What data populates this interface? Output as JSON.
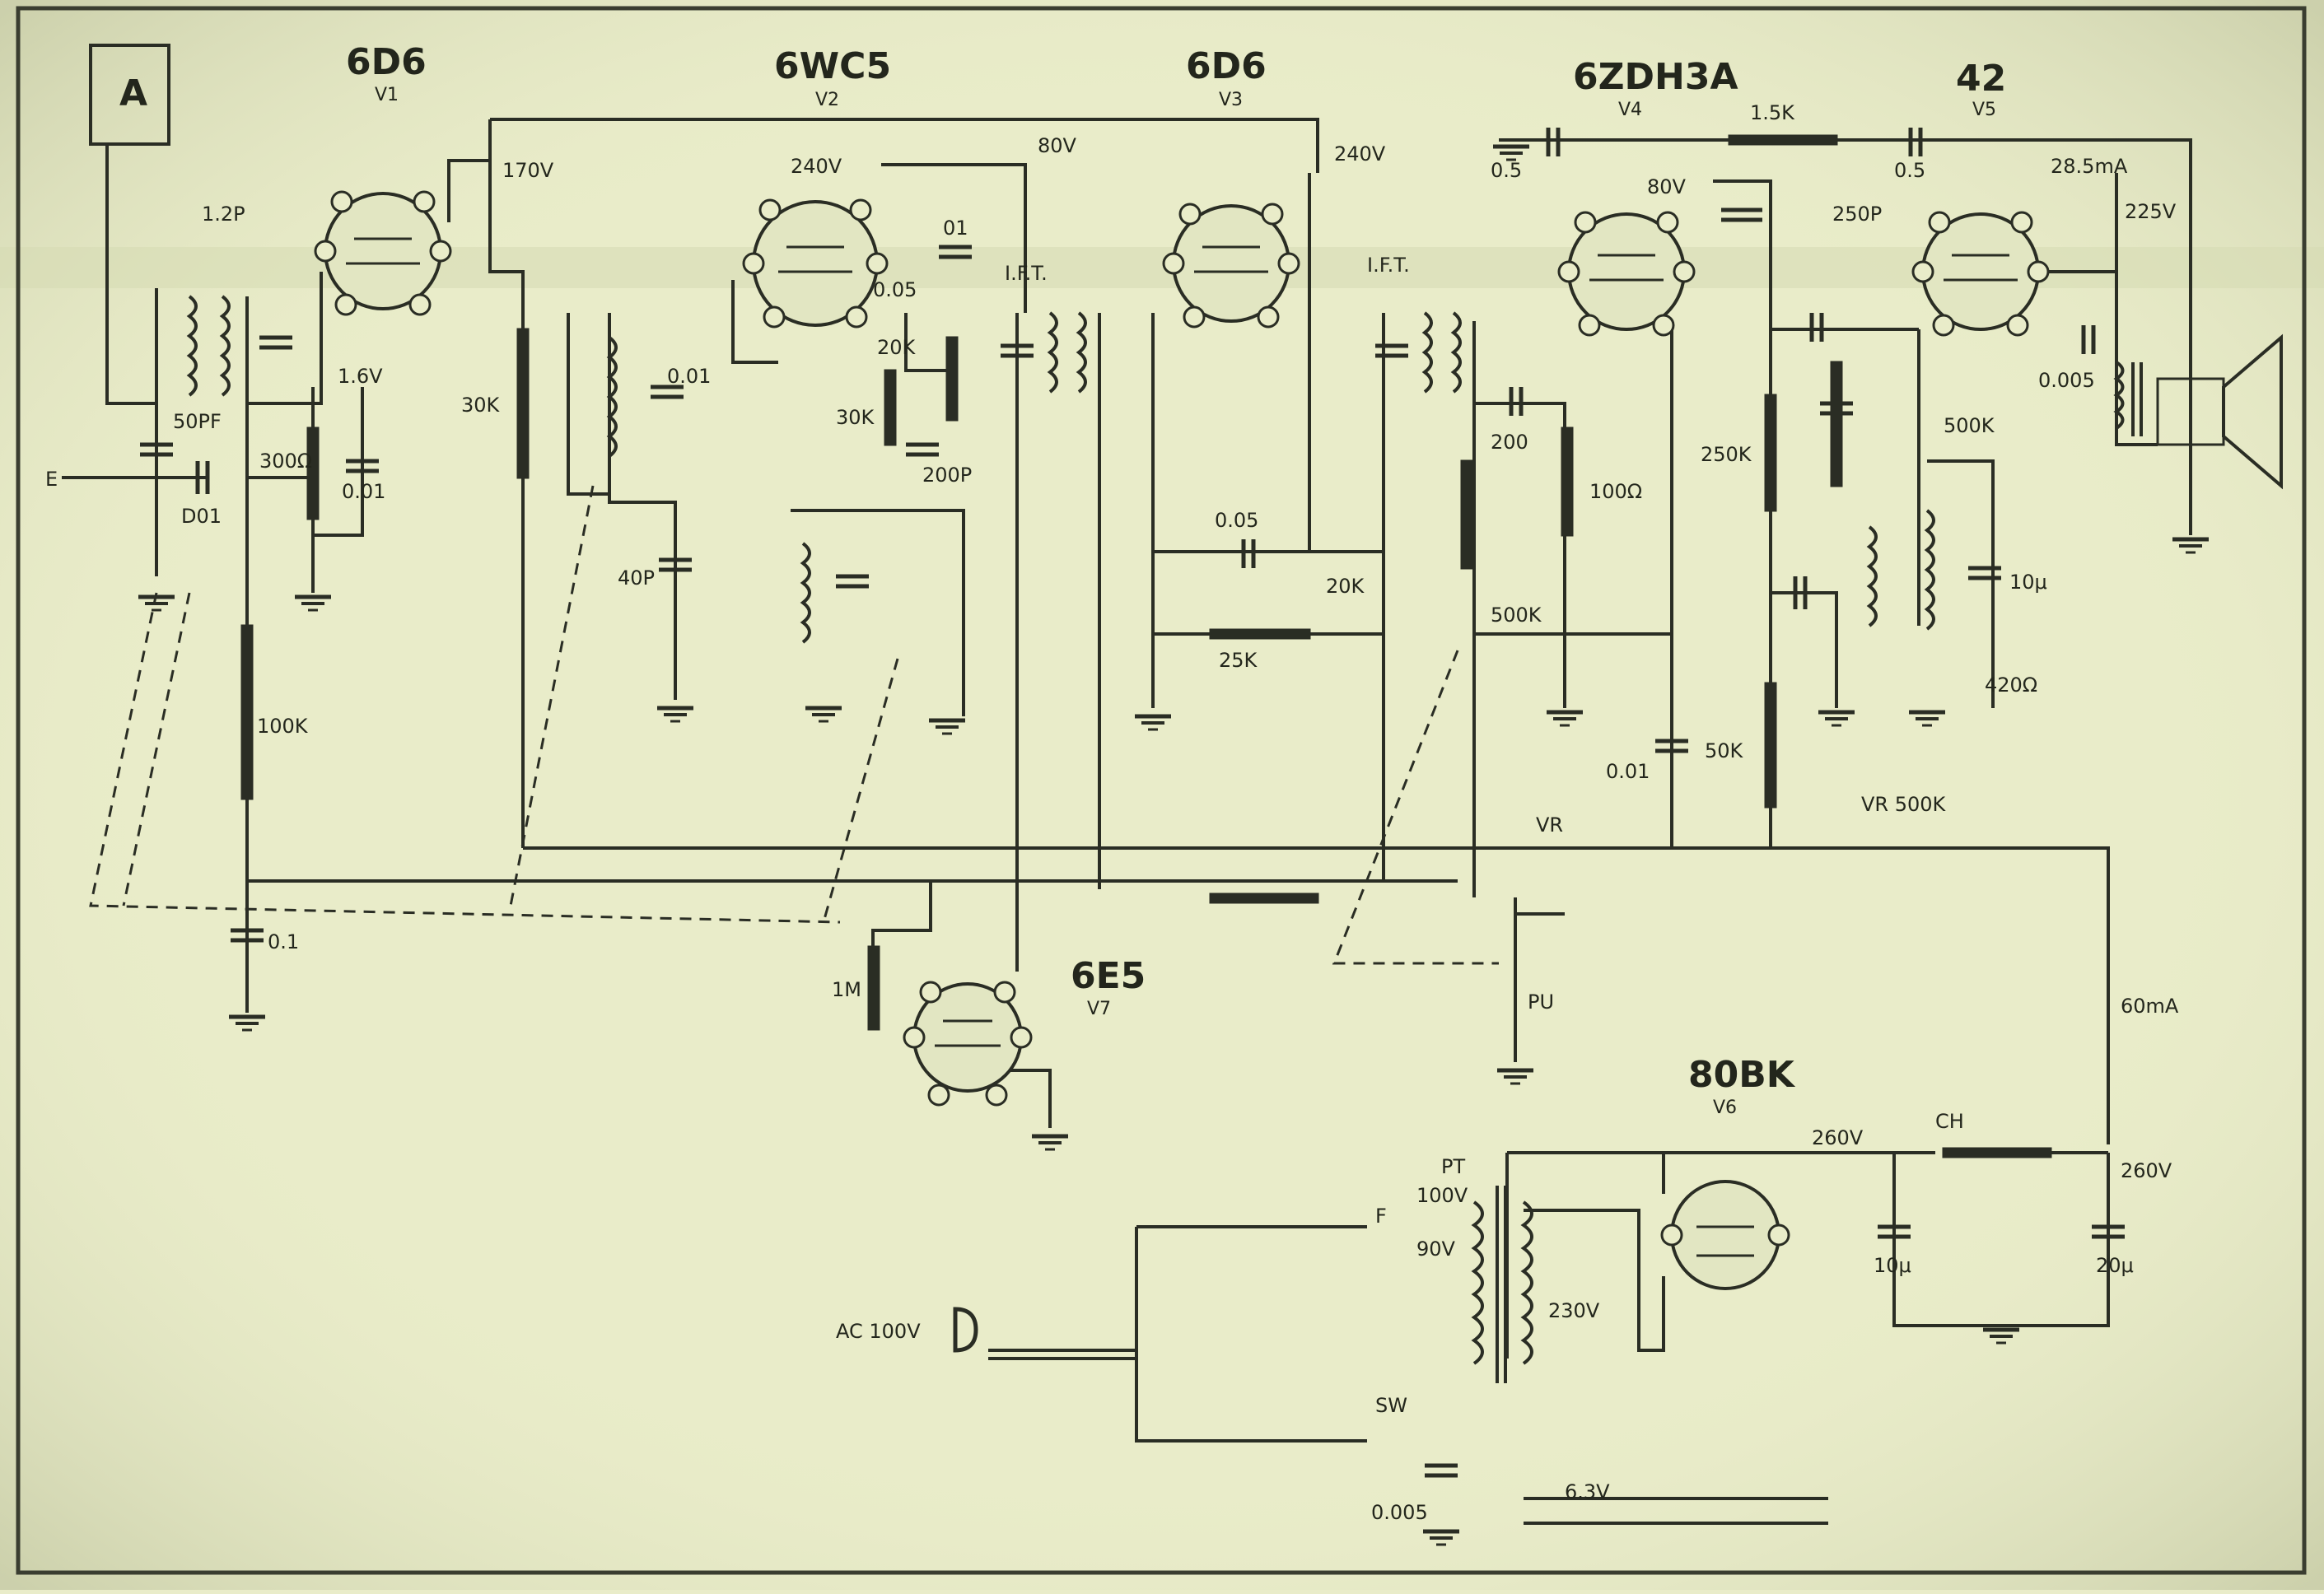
{
  "antenna": {
    "label": "A"
  },
  "tubes": [
    {
      "type": "6D6",
      "ref": "V1"
    },
    {
      "type": "6WC5",
      "ref": "V2"
    },
    {
      "type": "6D6",
      "ref": "V3"
    },
    {
      "type": "6ZDH3A",
      "ref": "V4"
    },
    {
      "type": "42",
      "ref": "V5"
    },
    {
      "type": "6E5",
      "ref": "V7"
    },
    {
      "type": "80BK",
      "ref": "V6"
    }
  ],
  "voltages": [
    "170V",
    "240V",
    "80V",
    "240V",
    "80V",
    "225V",
    "260V",
    "260V"
  ],
  "components": [
    "1.2P",
    "50PF",
    "D01",
    "E",
    "300Ω",
    "1.6V",
    "0.01",
    "100K",
    "0.1",
    "30K",
    "0.01",
    "01",
    "40P",
    "0.05",
    "20K",
    "30K",
    "1.5K",
    "200P",
    "I.F.T.",
    "I.F.T.",
    "0.05",
    "20K",
    "25K",
    "250P",
    "0.5",
    "0.5",
    "200",
    "100Ω",
    "500K",
    "0.01",
    "250K",
    "500K",
    "50K",
    "VR 500K",
    "28.5mA",
    "0.005",
    "10μ",
    "420Ω",
    "60mA",
    "10μ",
    "20μ"
  ],
  "power": {
    "mains": "AC 100V",
    "transformer": "PT",
    "choke": "CH",
    "secondary": "230V",
    "fuse": "F",
    "switch": "SW",
    "cap": "0.005",
    "taps": [
      "100V",
      "90V"
    ],
    "heater": "6.3V"
  },
  "controls": {
    "pickup": "PU",
    "volume": "VR",
    "tone": "1M"
  },
  "colors": {
    "paper": "#e9ecc9",
    "ink": "#2a2d24"
  }
}
